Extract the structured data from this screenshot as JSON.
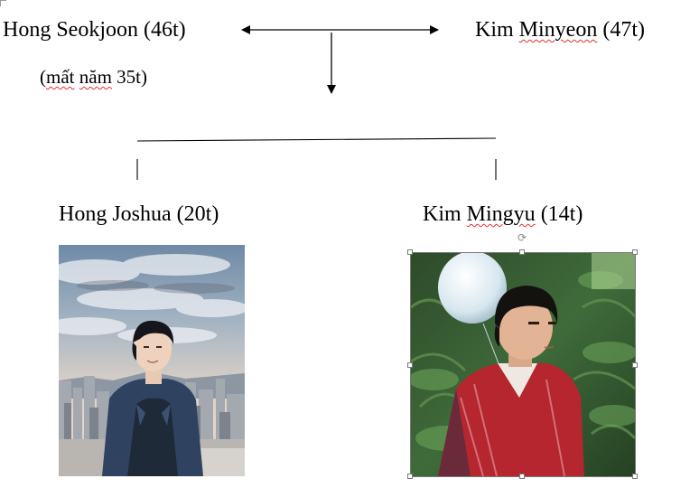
{
  "parents": {
    "father": {
      "name": "Hong Seokjoon",
      "age": "(46t)",
      "note_open": "(",
      "note_w1": "mất",
      "note_sp1": " ",
      "note_w2": "năm",
      "note_rest": " 35t)"
    },
    "mother": {
      "first": "Kim",
      "sp": " ",
      "given": "Minyeon",
      "age": " (47t)"
    }
  },
  "children": [
    {
      "name": "Hong Joshua (20t)",
      "photo_icon": "person-city-photo"
    },
    {
      "first": "Kim",
      "sp": " ",
      "given": "Mingyu",
      "age": " (14t)",
      "photo_icon": "person-forest-photo",
      "selected": true
    }
  ],
  "colors": {
    "spellcheck": "#e03030",
    "line": "#000000",
    "selection": "#7a7a7a"
  }
}
